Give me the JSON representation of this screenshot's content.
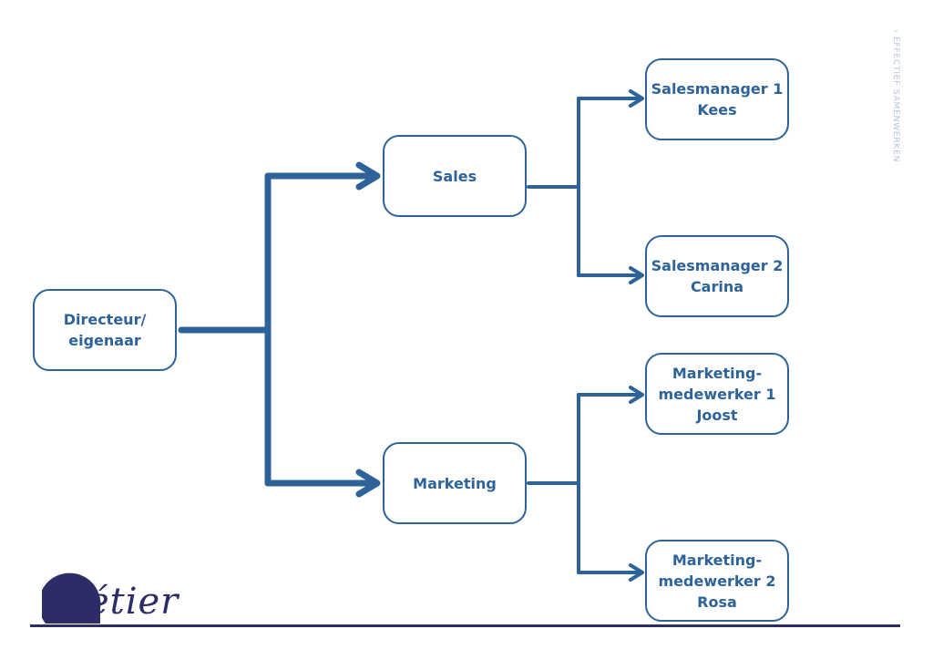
{
  "diagram": {
    "type": "org-chart",
    "colors": {
      "accent": "#2e6399",
      "brand": "#2c2c66",
      "side_label": "#b7c3d6"
    },
    "nodes": {
      "director": {
        "lines": [
          "Directeur/",
          "eigenaar"
        ]
      },
      "sales": {
        "lines": [
          "Sales"
        ]
      },
      "marketing": {
        "lines": [
          "Marketing"
        ]
      },
      "salesmanager1": {
        "lines": [
          "Salesmanager 1",
          "Kees"
        ]
      },
      "salesmanager2": {
        "lines": [
          "Salesmanager 2",
          "Carina"
        ]
      },
      "marketing1": {
        "lines": [
          "Marketing-",
          "medewerker 1",
          "Joost"
        ]
      },
      "marketing2": {
        "lines": [
          "Marketing-",
          "medewerker 2",
          "Rosa"
        ]
      }
    },
    "edges": [
      {
        "from": "director",
        "to": "sales"
      },
      {
        "from": "director",
        "to": "marketing"
      },
      {
        "from": "sales",
        "to": "salesmanager1"
      },
      {
        "from": "sales",
        "to": "salesmanager2"
      },
      {
        "from": "marketing",
        "to": "marketing1"
      },
      {
        "from": "marketing",
        "to": "marketing2"
      }
    ]
  },
  "side_label": "› EFFECTIEF SAMENWERKEN",
  "logo": {
    "text": "Métier"
  }
}
